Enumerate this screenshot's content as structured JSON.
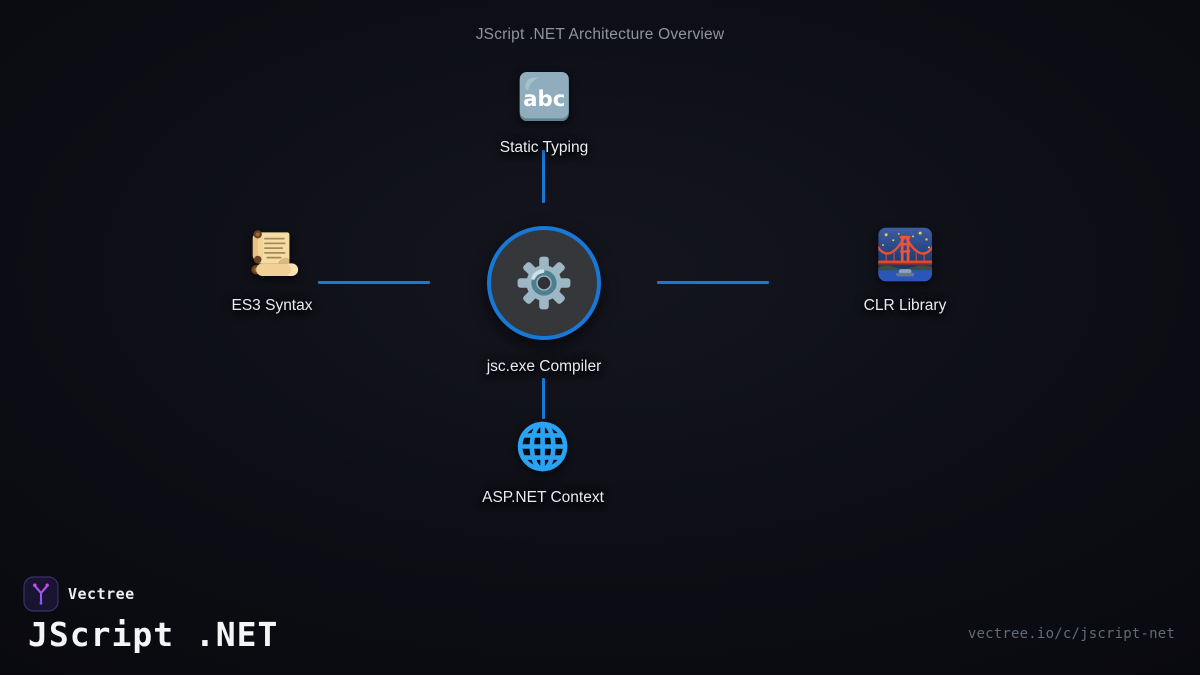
{
  "diagram": {
    "title": "JScript .NET Architecture Overview",
    "center_node": {
      "label": "jsc.exe Compiler",
      "icon": "gear-icon"
    },
    "nodes": [
      {
        "id": "top",
        "label": "Static Typing",
        "icon": "abc-input-icon"
      },
      {
        "id": "left",
        "label": "ES3 Syntax",
        "icon": "scroll-icon"
      },
      {
        "id": "right",
        "label": "CLR Library",
        "icon": "bridge-at-night-icon"
      },
      {
        "id": "bottom",
        "label": "ASP.NET Context",
        "icon": "globe-meridians-icon"
      }
    ],
    "icon_text": {
      "abc": "abc"
    },
    "colors": {
      "background": "#0d0e15",
      "connector_blue": "#1878d8",
      "node_ring_blue": "#1778d8",
      "node_fill": "#36373b",
      "label_text": "#e9ebee",
      "title_text": "#8f949c",
      "globe_blue": "#29a3f2"
    }
  },
  "footer": {
    "brand": "Vectree",
    "title": "JScript .NET",
    "url": "vectree.io/c/jscript-net"
  }
}
